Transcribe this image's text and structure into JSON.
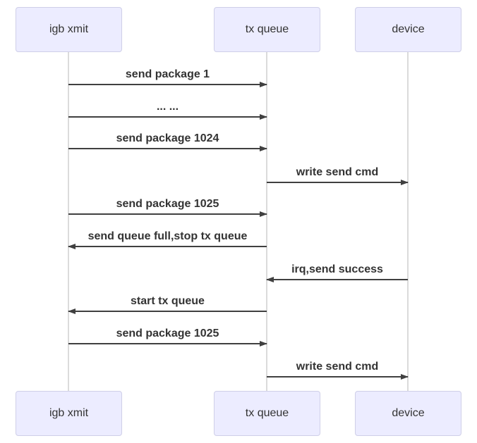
{
  "diagram": {
    "type": "sequence",
    "actors": [
      {
        "id": "igb-xmit",
        "label": "igb xmit"
      },
      {
        "id": "tx-queue",
        "label": "tx queue"
      },
      {
        "id": "device",
        "label": "device"
      }
    ],
    "messages": [
      {
        "label": "send package 1",
        "from": "igb xmit",
        "to": "tx queue"
      },
      {
        "label": "... ...",
        "from": "igb xmit",
        "to": "tx queue"
      },
      {
        "label": "send package 1024",
        "from": "igb xmit",
        "to": "tx queue"
      },
      {
        "label": "write send cmd",
        "from": "tx queue",
        "to": "device"
      },
      {
        "label": "send package 1025",
        "from": "igb xmit",
        "to": "tx queue"
      },
      {
        "label": "send queue full,stop tx queue",
        "from": "tx queue",
        "to": "igb xmit"
      },
      {
        "label": "irq,send success",
        "from": "device",
        "to": "tx queue"
      },
      {
        "label": "start tx queue",
        "from": "tx queue",
        "to": "igb xmit"
      },
      {
        "label": "send package 1025",
        "from": "igb xmit",
        "to": "tx queue"
      },
      {
        "label": "write send cmd",
        "from": "tx queue",
        "to": "device"
      }
    ],
    "colors": {
      "actor_fill": "#ECECFF",
      "actor_border": "#CFCFE8",
      "lifeline": "#DBDBDB",
      "arrow": "#404040",
      "text": "#333333",
      "background": "#FFFFFF"
    }
  }
}
